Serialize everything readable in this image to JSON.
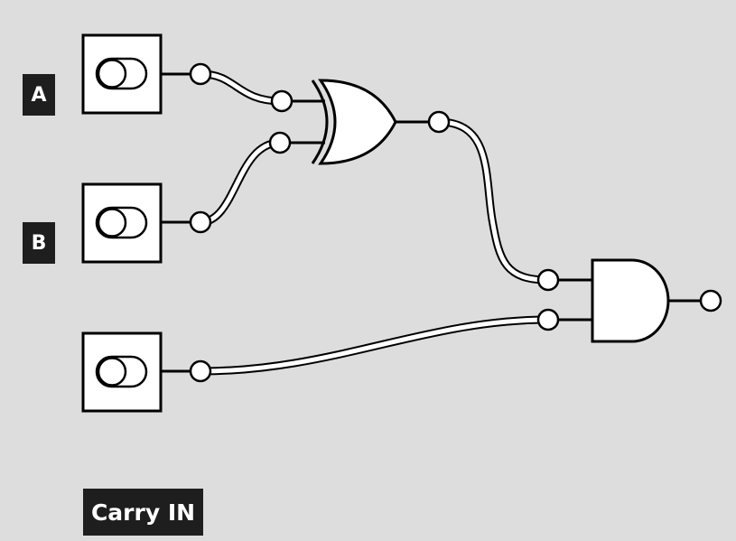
{
  "labels": {
    "a": "A",
    "b": "B",
    "carry_in": "Carry IN"
  },
  "components": {
    "inputs": [
      "toggle-a",
      "toggle-b",
      "toggle-carry-in"
    ],
    "gates": [
      "xor-gate",
      "and-gate"
    ]
  },
  "colors": {
    "background": "#dddddd",
    "stroke": "#000000",
    "fill": "#ffffff",
    "label_bg": "#1e1e1e",
    "label_text": "#ffffff"
  }
}
